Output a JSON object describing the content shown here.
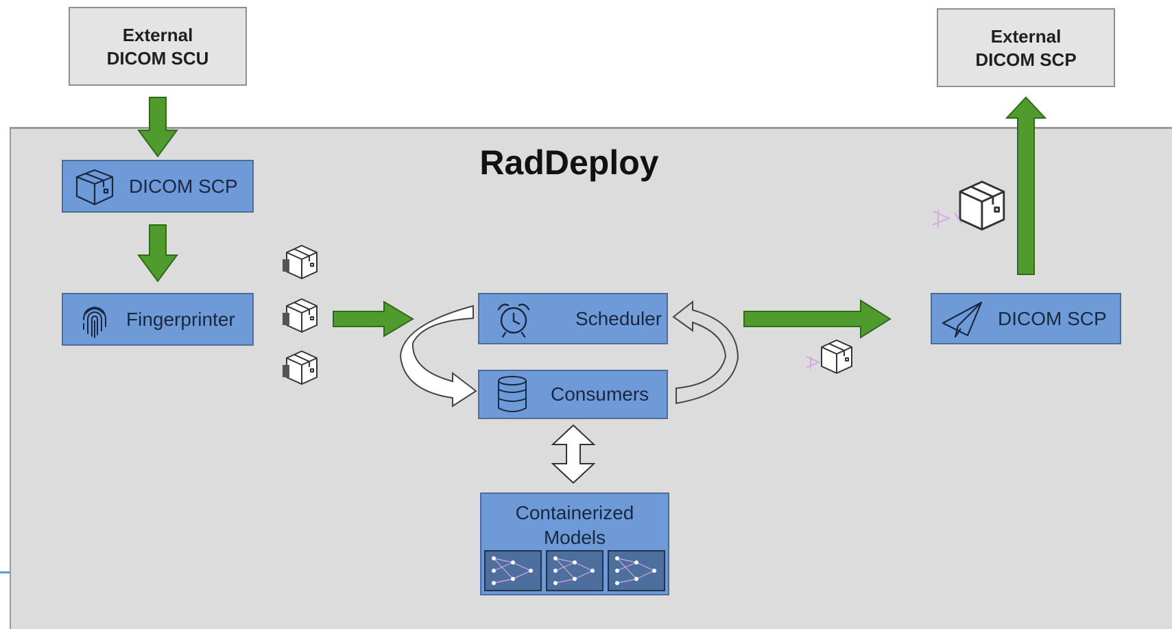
{
  "diagram": {
    "title": "RadDeploy",
    "external_scu": {
      "line1": "External",
      "line2": "DICOM SCU"
    },
    "external_scp": {
      "line1": "External",
      "line2": "DICOM SCP"
    },
    "dicom_scp_in": {
      "label": "DICOM SCP",
      "icon": "package-icon"
    },
    "fingerprinter": {
      "label": "Fingerprinter",
      "icon": "fingerprint-icon"
    },
    "scheduler": {
      "label": "Scheduler",
      "icon": "alarm-clock-icon"
    },
    "consumers": {
      "label": "Consumers",
      "icon": "database-icon"
    },
    "containerized_models": {
      "line1": "Containerized",
      "line2": "Models"
    },
    "dicom_scp_out": {
      "label": "DICOM SCP",
      "icon": "paper-plane-icon"
    },
    "colors": {
      "container_bg": "#dcdcdc",
      "box_blue": "#6f9ad8",
      "box_border": "#4d6d98",
      "arrow_green": "#4f9b2e",
      "external_bg": "#e4e4e4"
    }
  }
}
